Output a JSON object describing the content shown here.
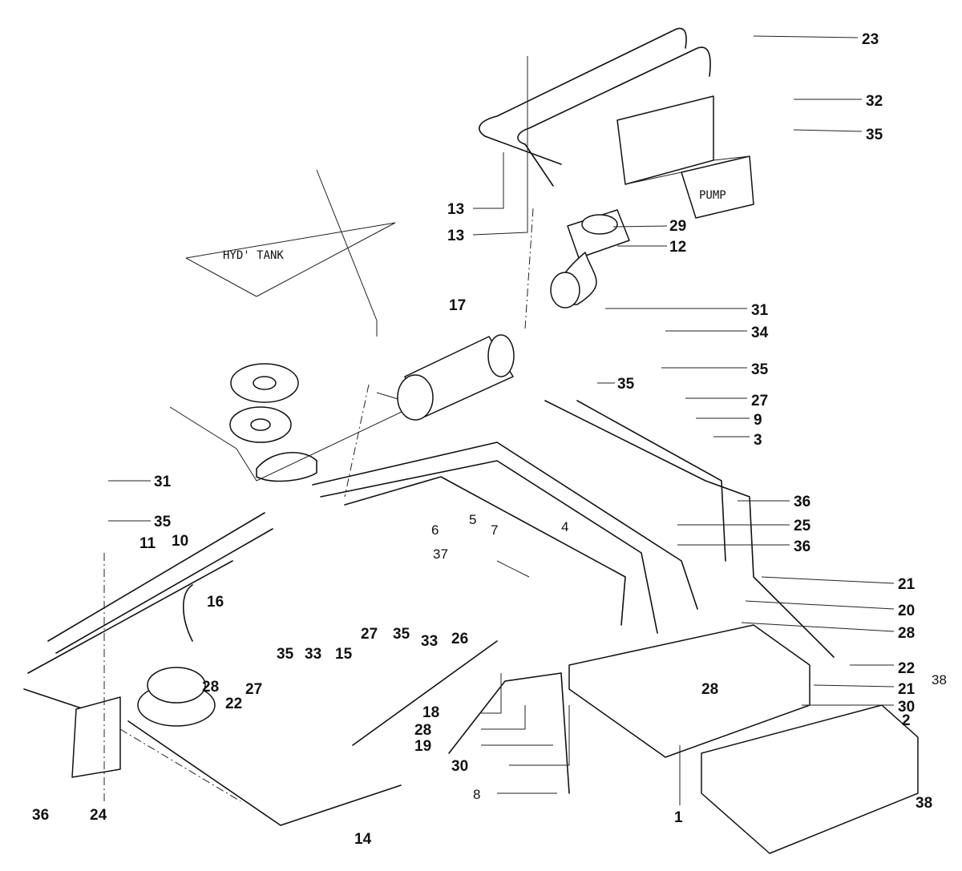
{
  "labels": {
    "tank": "HYD' TANK",
    "pump": "PUMP"
  },
  "callouts": [
    "23",
    "32",
    "35",
    "13",
    "13",
    "29",
    "12",
    "17",
    "31",
    "34",
    "35",
    "35",
    "27",
    "9",
    "3",
    "36",
    "25",
    "36",
    "21",
    "20",
    "28",
    "22",
    "21",
    "28",
    "30",
    "2",
    "38",
    "38",
    "31",
    "35",
    "11",
    "10",
    "6",
    "5",
    "7",
    "4",
    "37",
    "16",
    "27",
    "35",
    "33",
    "26",
    "15",
    "27",
    "35",
    "33",
    "28",
    "22",
    "18",
    "28",
    "19",
    "30",
    "8",
    "14",
    "1",
    "36",
    "24"
  ]
}
